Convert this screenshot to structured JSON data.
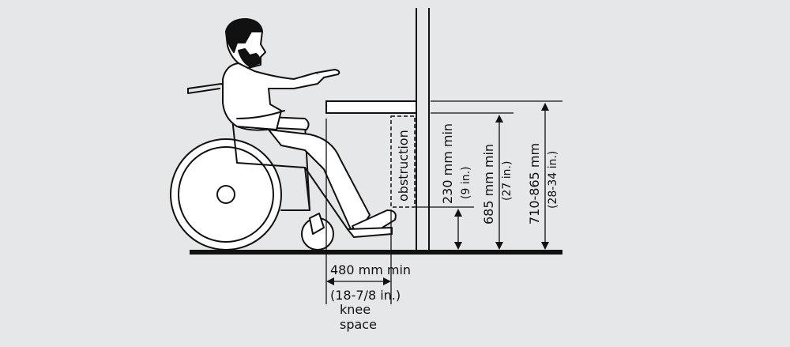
{
  "labels": {
    "obstruction": "obstruction",
    "knee_width_mm": "480 mm min",
    "knee_width_in": "(18-7/8 in.)",
    "knee_space_line1": "knee",
    "knee_space_line2": "space",
    "toe_clearance_mm": "230 mm min",
    "toe_clearance_in": "(9 in.)",
    "knee_clearance_mm": "685 mm min",
    "knee_clearance_in": "(27 in.)",
    "counter_height_mm": "710-865 mm",
    "counter_height_in": "(28-34 in.)"
  },
  "colors": {
    "background": "#e6e7e8",
    "line": "#111111",
    "fill": "#ffffff"
  }
}
